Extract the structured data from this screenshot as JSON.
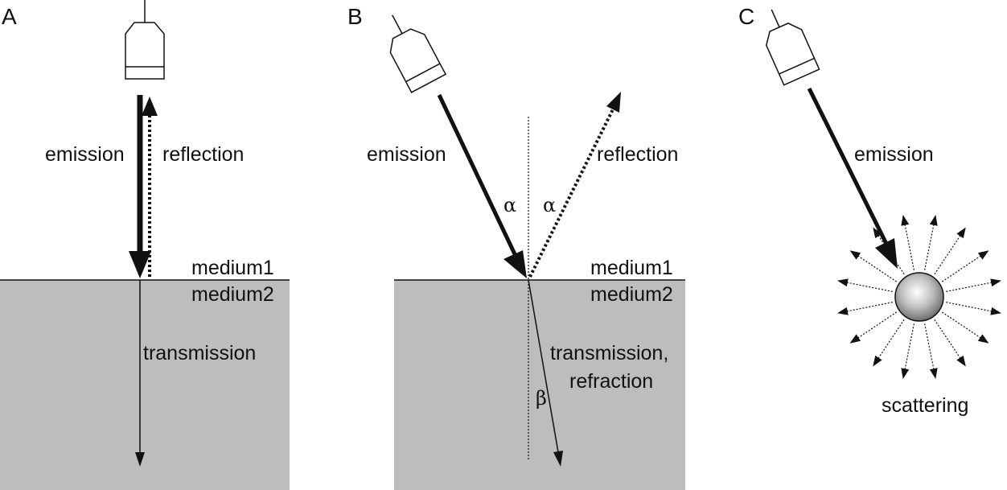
{
  "panels": [
    {
      "letter": "A",
      "labels": {
        "emission": "emission",
        "reflection": "reflection",
        "medium1": "medium1",
        "medium2": "medium2",
        "transmission": "transmission"
      }
    },
    {
      "letter": "B",
      "labels": {
        "emission": "emission",
        "reflection": "reflection",
        "medium1": "medium1",
        "medium2": "medium2",
        "transmission_line1": "transmission,",
        "transmission_line2": "refraction",
        "alpha_incident": "α",
        "alpha_reflected": "α",
        "beta": "β"
      }
    },
    {
      "letter": "C",
      "labels": {
        "emission": "emission",
        "scattering": "scattering"
      }
    }
  ],
  "colors": {
    "medium_fill": "#bdbdbd",
    "stroke": "#111111",
    "background": "#ffffff"
  }
}
